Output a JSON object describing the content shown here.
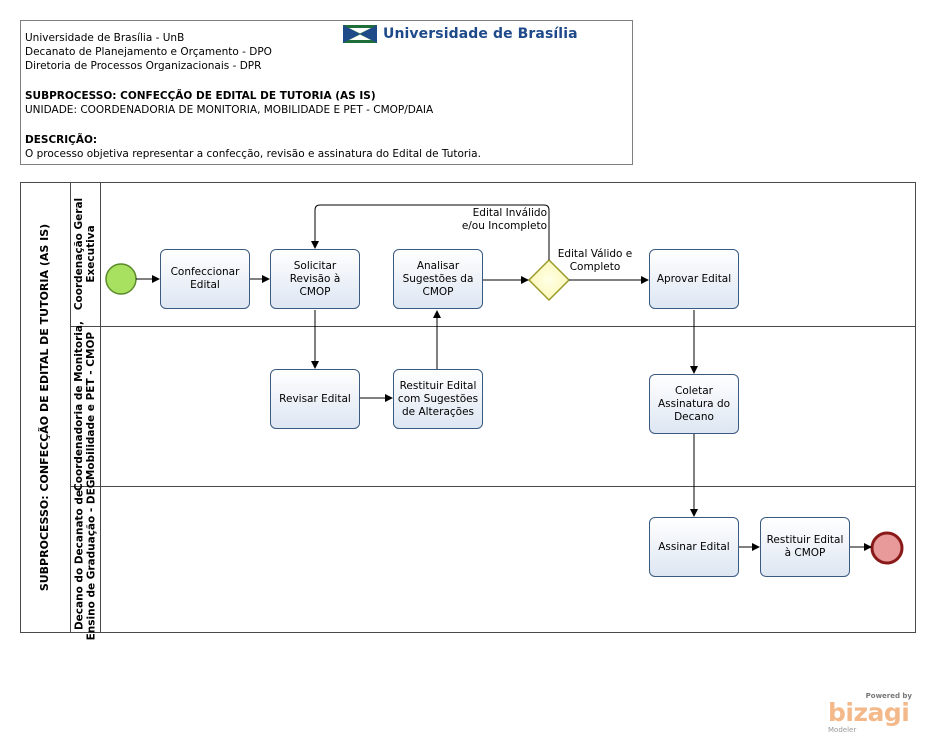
{
  "header": {
    "org_lines": [
      "Universidade de Brasília - UnB",
      "Decanato de Planejamento e Orçamento - DPO",
      "Diretoria de Processos Organizacionais - DPR"
    ],
    "subprocess_label": "SUBPROCESSO: CONFECÇÃO DE EDITAL DE TUTORIA (AS IS)",
    "unit_label": "UNIDADE: COORDENADORIA DE MONITORIA, MOBILIDADE E PET - CMOP/DAIA",
    "description_title": "DESCRIÇÃO:",
    "description_text": "O processo objetiva representar a confecção, revisão e assinatura do Edital de Tutoria.",
    "logo_text": "Universidade de Brasília",
    "logo_colors": {
      "green": "#1f6e3a",
      "blue": "#1e4a8a"
    }
  },
  "pool": {
    "title": "SUBPROCESSO: CONFECÇÃO DE EDITAL DE TUTORIA (AS IS)",
    "lanes": [
      {
        "name": "Coordenação Geral\nExecutiva"
      },
      {
        "name": "Coordenadoria de Monitoria,\nMobilidade e PET - CMOP"
      },
      {
        "name": "Decano do Decanato de\nEnsino de Graduação - DEG"
      }
    ]
  },
  "tasks": {
    "confeccionar": "Confeccionar\nEdital",
    "solicitar": "Solicitar\nRevisão à\nCMOP",
    "analisar": "Analisar\nSugestões da\nCMOP",
    "aprovar": "Aprovar Edital",
    "revisar": "Revisar Edital",
    "restituir_sug": "Restituir Edital\ncom Sugestões\nde Alterações",
    "coletar": "Coletar\nAssinatura do\nDecano",
    "assinar": "Assinar Edital",
    "restituir_cmop": "Restituir Edital\nà CMOP"
  },
  "flow_labels": {
    "invalid": "Edital Inválido\ne/ou Incompleto",
    "valid": "Edital Válido e\nCompleto"
  },
  "events": {
    "start_color": "#a8e05f",
    "end_color": "#e89a9a"
  },
  "branding": {
    "powered_by": "Powered by",
    "name": "bizagi",
    "product": "Modeler"
  }
}
